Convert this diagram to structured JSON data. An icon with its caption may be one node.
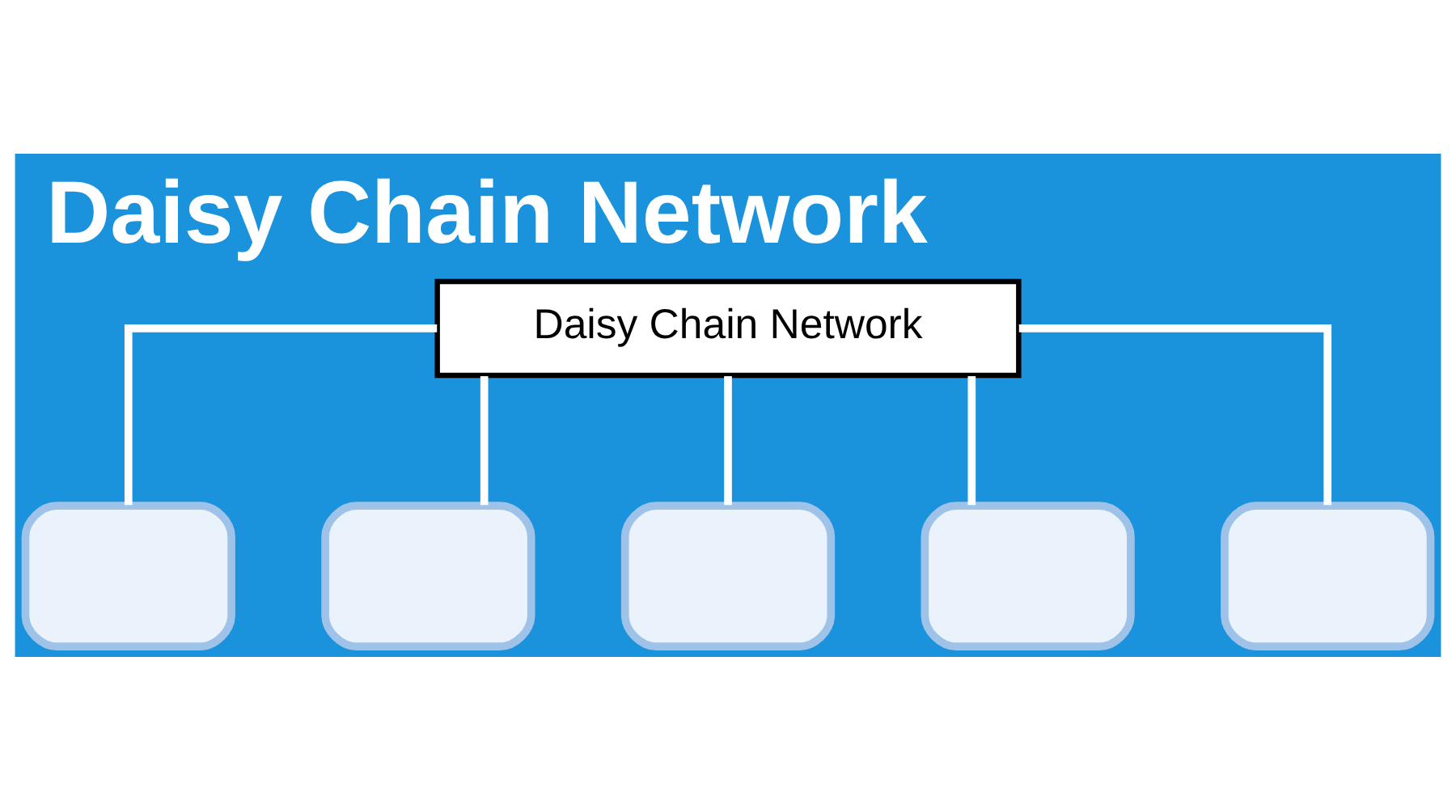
{
  "diagram": {
    "title": "Daisy Chain Network",
    "nodes": [
      {
        "text": [
          "Daisy Chain Network"
        ]
      },
      {
        "text": [],
        "shape": "monitor"
      },
      {
        "text": [],
        "shape": "monitor"
      },
      {
        "text": [],
        "shape": "monitor"
      },
      {
        "text": [],
        "shape": "monitor"
      },
      {
        "text": [],
        "shape": "monitor"
      }
    ],
    "edges": [
      {
        "from": 0,
        "to": 1,
        "arrow": "none"
      },
      {
        "from": 0,
        "to": 2,
        "arrow": "none"
      },
      {
        "from": 0,
        "to": 3,
        "arrow": "none"
      },
      {
        "from": 0,
        "to": 4,
        "arrow": "none"
      },
      {
        "from": 0,
        "to": 5,
        "arrow": "none"
      }
    ]
  }
}
